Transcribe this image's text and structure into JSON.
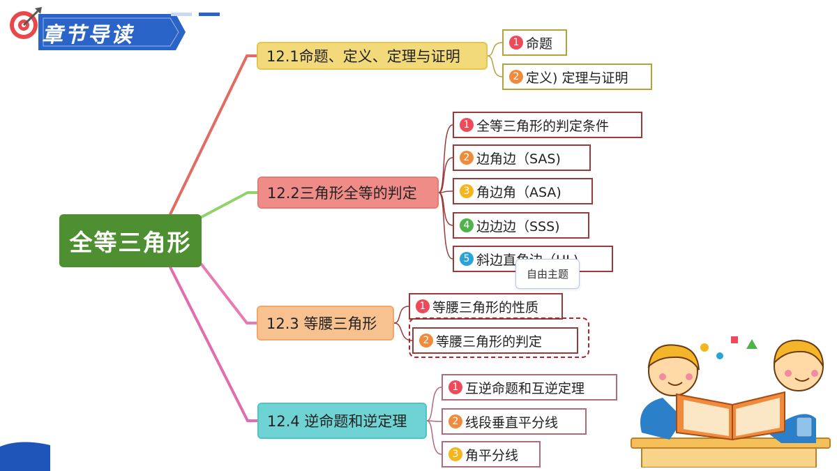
{
  "header": {
    "title": "章节导读",
    "target_icon": "dart-target-icon"
  },
  "mindmap": {
    "root": {
      "label": "全等三角形",
      "color": "#4d8f31"
    },
    "branches": [
      {
        "label": "12.1命题、定义、定理与证明",
        "fill": "#f2d97a",
        "border": "#e6c44e",
        "line_color": "#e26b62",
        "children": [
          {
            "num": "1",
            "num_color": "#ef4a5a",
            "label": "命题"
          },
          {
            "num": "2",
            "num_color": "#f08a3c",
            "label": "定义) 定理与证明"
          }
        ]
      },
      {
        "label": "12.2三角形全等的判定",
        "fill": "#f08c87",
        "border": "#e77a74",
        "line_color": "#8fd46a",
        "children": [
          {
            "num": "1",
            "num_color": "#ef4a5a",
            "label": "全等三角形的判定条件"
          },
          {
            "num": "2",
            "num_color": "#f08a3c",
            "label": "边角边（SAS)"
          },
          {
            "num": "3",
            "num_color": "#f5b51c",
            "label": "角边角（ASA)"
          },
          {
            "num": "4",
            "num_color": "#4fb34a",
            "label": "边边边（SSS)"
          },
          {
            "num": "5",
            "num_color": "#2aa3d8",
            "label": "斜边直角边（HL)"
          }
        ]
      },
      {
        "label": "12.3 等腰三角形",
        "fill": "#f7c28f",
        "border": "#f0a86a",
        "line_color": "#e97ab0",
        "children": [
          {
            "num": "1",
            "num_color": "#ef4a5a",
            "label": "等腰三角形的性质"
          },
          {
            "num": "2",
            "num_color": "#f08a3c",
            "label": "等腰三角形的判定"
          }
        ]
      },
      {
        "label": "12.4 逆命题和逆定理",
        "fill": "#6fd3d4",
        "border": "#4fc4c6",
        "line_color": "#df6db0",
        "children": [
          {
            "num": "1",
            "num_color": "#ef4a5a",
            "label": "互逆命题和互逆定理"
          },
          {
            "num": "2",
            "num_color": "#f08a3c",
            "label": "线段垂直平分线"
          },
          {
            "num": "3",
            "num_color": "#f5b51c",
            "label": "角平分线"
          }
        ]
      }
    ],
    "leaf_borders": [
      "#b6a23a",
      "#9b3a3a",
      "#9b3a3a",
      "#b06a7a"
    ]
  },
  "tooltip": {
    "label": "自由主题"
  },
  "colors": {
    "header_blue": "#2a64c9",
    "header_light": "#c9d8f3",
    "selection": "#b3232b"
  }
}
